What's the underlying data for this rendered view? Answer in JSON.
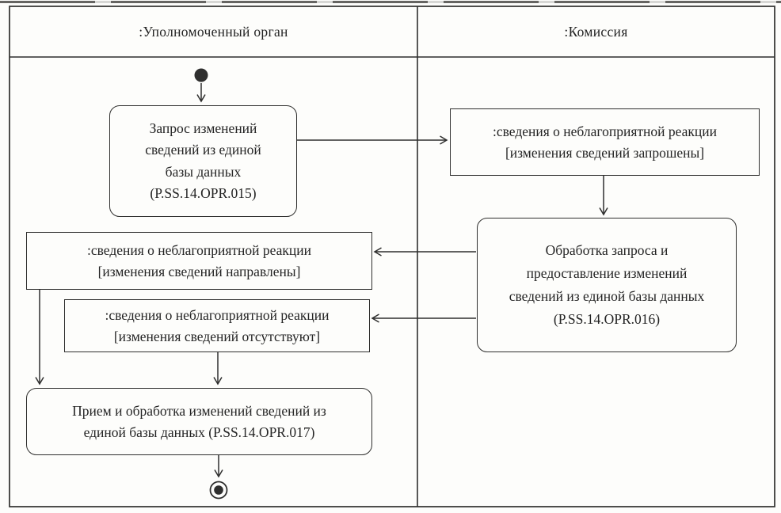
{
  "colors": {
    "line": "#2f2f2e",
    "text": "#242424",
    "background": "#fdfdfb"
  },
  "lanes": [
    {
      "title": ":Уполномоченный орган"
    },
    {
      "title": ":Комиссия"
    }
  ],
  "nodes": {
    "start_node_icon": "initial-node-filled-circle",
    "final_node_icon": "activity-final-bullseye",
    "action_request": {
      "lines": [
        "Запрос изменений",
        "сведений из единой",
        "базы данных",
        "(P.SS.14.OPR.015)"
      ]
    },
    "object_requested": {
      "lines": [
        ":сведения о неблагоприятной реакции",
        "[изменения сведений запрошены]"
      ]
    },
    "action_process": {
      "lines": [
        "Обработка запроса и",
        "предоставление изменений",
        "сведений из единой базы данных",
        "(P.SS.14.OPR.016)"
      ]
    },
    "object_sent": {
      "lines": [
        ":сведения о неблагоприятной реакции",
        "[изменения сведений направлены]"
      ]
    },
    "object_absent": {
      "lines": [
        ":сведения о неблагоприятной реакции",
        "[изменения сведений отсутствуют]"
      ]
    },
    "action_receive": {
      "lines": [
        "Прием и обработка изменений сведений из",
        "единой базы данных (P.SS.14.OPR.017)"
      ]
    }
  }
}
